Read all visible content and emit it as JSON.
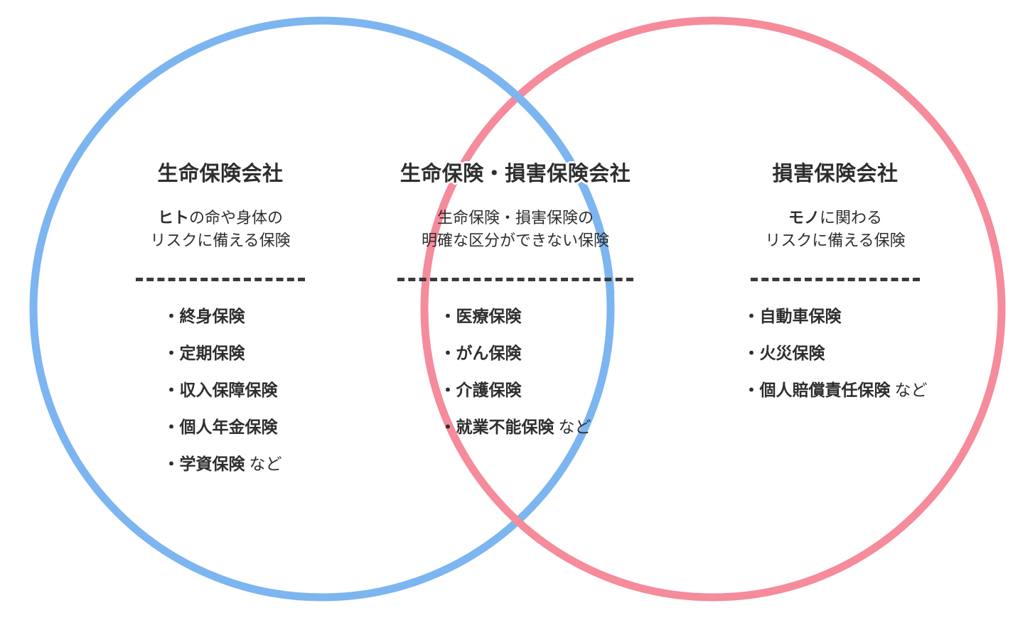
{
  "diagram": {
    "type": "venn",
    "title_hidden": "",
    "colors": {
      "left_circle": "#7CB5F0",
      "right_circle": "#F58B9B",
      "text": "#2e2e2e",
      "divider": "#3a3a3a",
      "background": "#ffffff"
    }
  },
  "columns": {
    "left": {
      "title": "生命保険会社",
      "description_line1_keyword": "ヒト",
      "description_line1_rest": "の命や身体の",
      "description_line2": "リスクに備える保険",
      "items": [
        {
          "bullet": "・",
          "label": "終身保険",
          "suffix": ""
        },
        {
          "bullet": "・",
          "label": "定期保険",
          "suffix": ""
        },
        {
          "bullet": "・",
          "label": "収入保障保険",
          "suffix": ""
        },
        {
          "bullet": "・",
          "label": "個人年金保険",
          "suffix": ""
        },
        {
          "bullet": "・",
          "label": "学資保険",
          "suffix": "など"
        }
      ]
    },
    "center": {
      "title": "生命保険・損害保険会社",
      "description_line1_keyword": "",
      "description_line1_rest": "生命保険・損害保険の",
      "description_line2": "明確な区分ができない保険",
      "items": [
        {
          "bullet": "・",
          "label": "医療保険",
          "suffix": ""
        },
        {
          "bullet": "・",
          "label": "がん保険",
          "suffix": ""
        },
        {
          "bullet": "・",
          "label": "介護保険",
          "suffix": ""
        },
        {
          "bullet": "・",
          "label": "就業不能保険",
          "suffix": "など"
        }
      ]
    },
    "right": {
      "title": "損害保険会社",
      "description_line1_keyword": "モノ",
      "description_line1_rest": "に関わる",
      "description_line2": "リスクに備える保険",
      "items": [
        {
          "bullet": "・",
          "label": "自動車保険",
          "suffix": ""
        },
        {
          "bullet": "・",
          "label": "火災保険",
          "suffix": ""
        },
        {
          "bullet": "・",
          "label": "個人賠償責任保険",
          "suffix": "など"
        }
      ]
    }
  }
}
